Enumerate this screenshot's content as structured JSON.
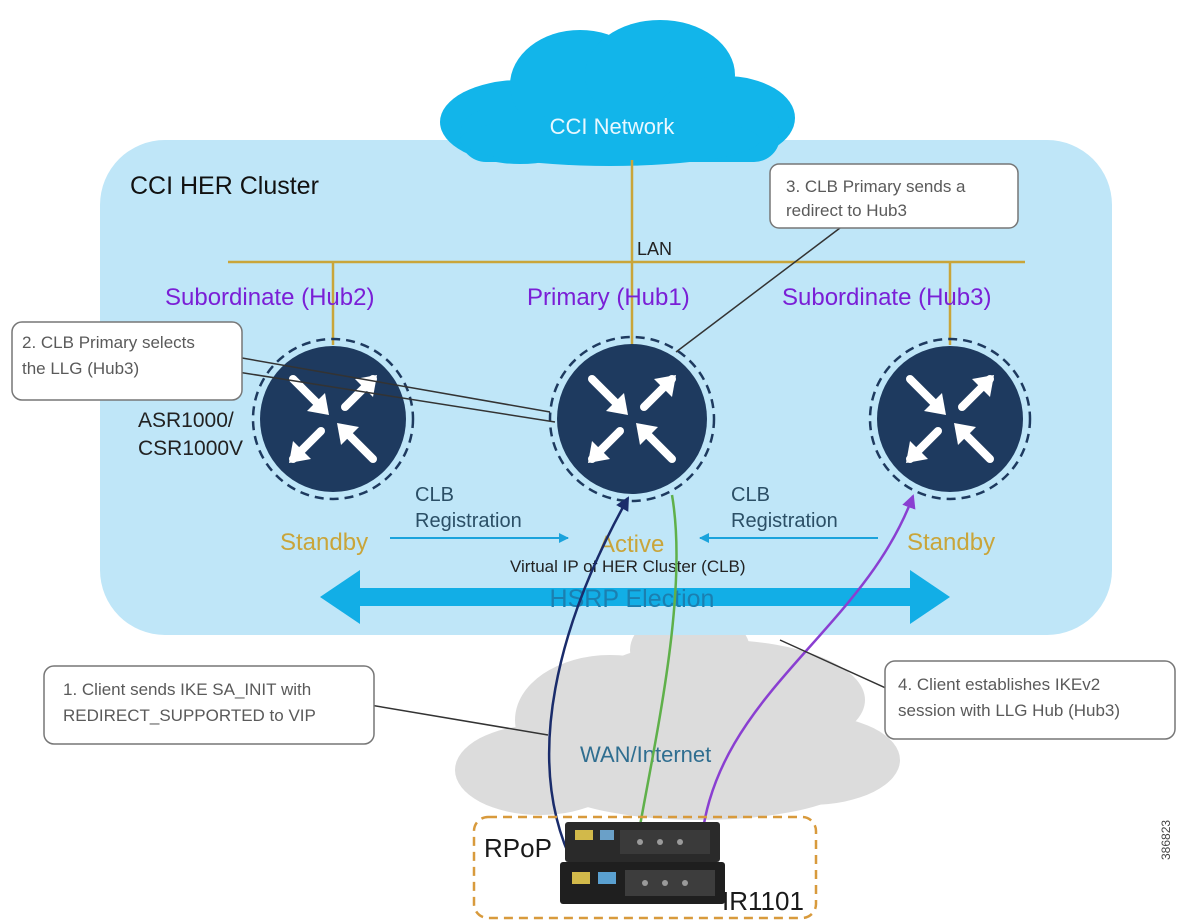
{
  "cloud_top": {
    "label": "CCI Network"
  },
  "cluster": {
    "title": "CCI HER Cluster",
    "lan_label": "LAN"
  },
  "hubs": [
    {
      "role": "Subordinate (Hub2)",
      "state": "Standby"
    },
    {
      "role": "Primary (Hub1)",
      "state": "Active"
    },
    {
      "role": "Subordinate (Hub3)",
      "state": "Standby"
    }
  ],
  "device_model": {
    "line1": "ASR1000/",
    "line2": "CSR1000V"
  },
  "registration": {
    "left": {
      "line1": "CLB",
      "line2": "Registration"
    },
    "right": {
      "line1": "CLB",
      "line2": "Registration"
    }
  },
  "vip_label": "Virtual IP of HER Cluster (CLB)",
  "hsrp_label": "HSRP Election",
  "wan": {
    "label": "WAN/Internet"
  },
  "client": {
    "name": "RPoP",
    "model": "IR1101"
  },
  "callouts": {
    "step1": {
      "line1": "1. Client sends IKE SA_INIT with",
      "line2": "REDIRECT_SUPPORTED to VIP"
    },
    "step2": {
      "line1": "2. CLB Primary selects",
      "line2": "the LLG (Hub3)"
    },
    "step3": {
      "line1": "3. CLB Primary sends a",
      "line2": "redirect to Hub3"
    },
    "step4": {
      "line1": "4. Client establishes IKEv2",
      "line2": "session with LLG Hub (Hub3)"
    }
  },
  "figure_id": "386823",
  "colors": {
    "cluster_bg": "#bfe6f8",
    "cloud_top": "#12b5ea",
    "router": "#1e3a5f",
    "role_text": "#7a1fd6",
    "state_text": "#c9a53a",
    "hsrp_arrow": "#12aee6",
    "path_navy": "#1a2c6b",
    "path_green": "#5fb04a",
    "path_purple": "#8a3fd1"
  }
}
